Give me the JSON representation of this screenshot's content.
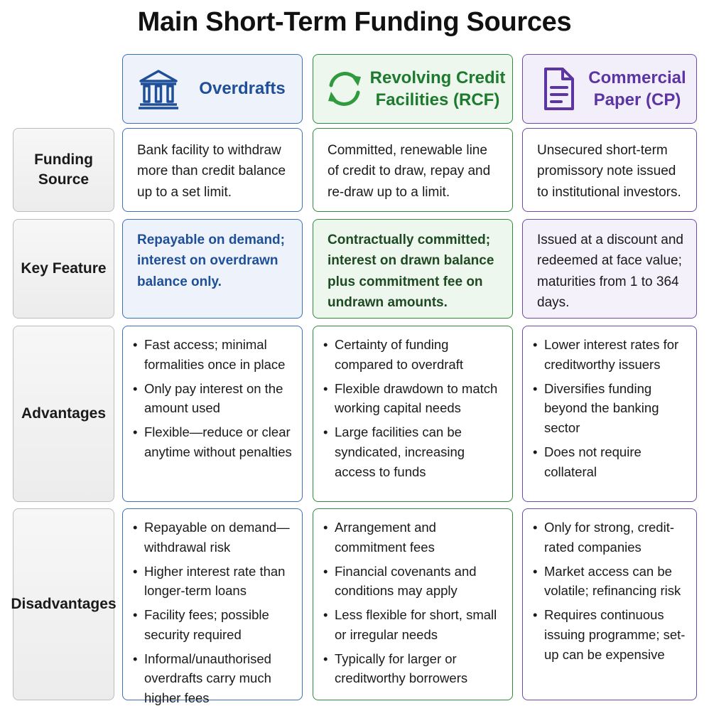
{
  "title": "Main Short-Term Funding Sources",
  "columns": [
    {
      "label": "Overdrafts",
      "icon": "bank-icon",
      "color": "#1f4f98"
    },
    {
      "label": "Revolving Credit Facilities (RCF)",
      "icon": "refresh-cycle-icon",
      "color": "#1e7a2e"
    },
    {
      "label": "Commercial Paper (CP)",
      "icon": "document-icon",
      "color": "#5b36a3"
    }
  ],
  "rows": [
    {
      "label": "Funding Source"
    },
    {
      "label": "Key Feature"
    },
    {
      "label": "Advantages"
    },
    {
      "label": "Disadvantages"
    }
  ],
  "funding_source": [
    "Bank facility to withdraw more than credit balance up to a set limit.",
    "Committed, renewable line of credit to draw, repay and re-draw up to a limit.",
    "Unsecured short-term promissory note issued to institutional investors."
  ],
  "key_feature": [
    "Repayable on demand; interest on overdrawn balance only.",
    "Contractually committed; interest on drawn balance plus commitment fee on undrawn amounts.",
    "Issued at a discount and redeemed at face value; maturities from 1 to 364 days."
  ],
  "advantages": [
    [
      "Fast access; minimal formalities once in place",
      "Only pay interest on the amount used",
      "Flexible—reduce or clear anytime without penalties"
    ],
    [
      "Certainty of funding compared to overdraft",
      "Flexible drawdown to match working capital needs",
      "Large facilities can be syndicated, increasing access to funds"
    ],
    [
      "Lower interest rates for creditworthy issuers",
      "Diversifies funding beyond the banking sector",
      "Does not require collateral"
    ]
  ],
  "disadvantages": [
    [
      "Repayable on demand—withdrawal risk",
      "Higher interest rate than longer-term loans",
      "Facility fees; possible security required",
      "Informal/unauthorised overdrafts carry much higher fees"
    ],
    [
      "Arrangement and commitment fees",
      "Financial covenants and conditions may apply",
      "Less flexible for short, small or irregular needs",
      "Typically for larger or creditworthy borrowers"
    ],
    [
      "Only for strong, credit-rated companies",
      "Market access can be volatile; refinancing risk",
      "Requires continuous issuing programme; set-up can be expensive"
    ]
  ]
}
